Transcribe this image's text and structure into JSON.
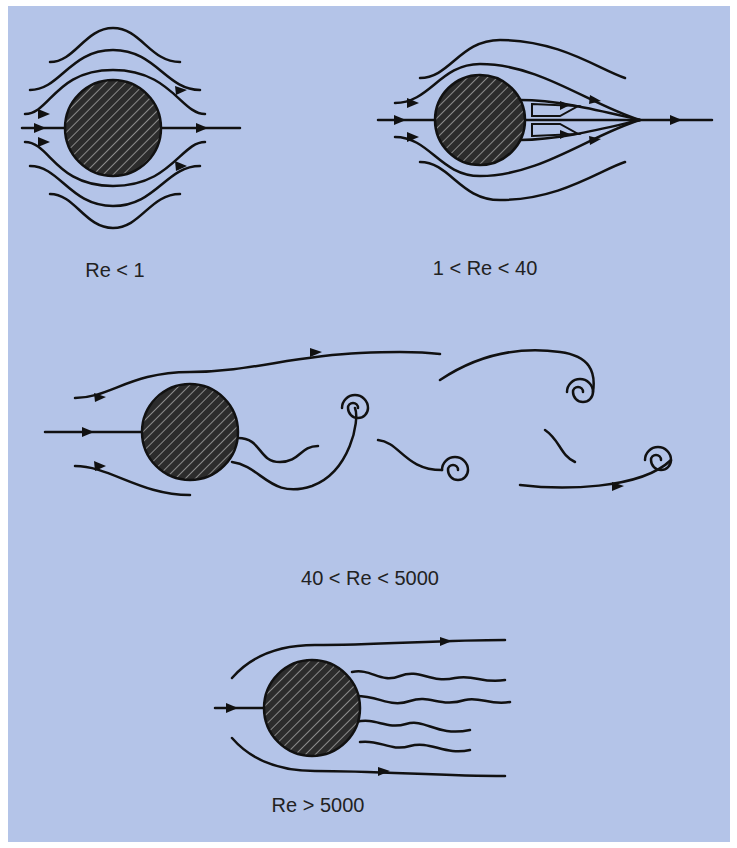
{
  "diagram": {
    "labels": [
      "Re < 1",
      "1 < Re < 40",
      "40 < Re < 5000",
      "Re > 5000"
    ]
  }
}
